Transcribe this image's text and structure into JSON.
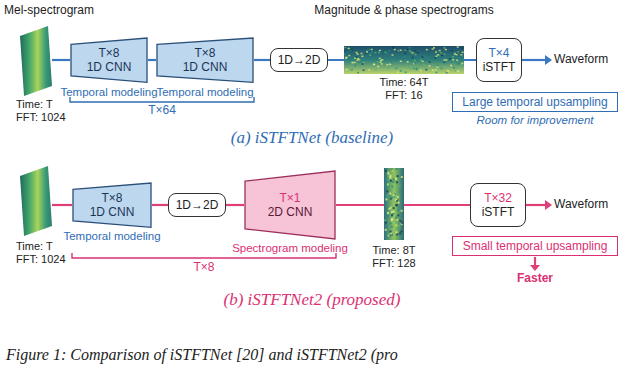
{
  "diagram": {
    "caption": "Figure 1: Comparison of iSTFTNet [20] and iSTFTNet2 (pro",
    "nodes": [
      {
        "text": [
          "T×8",
          "1D CNN"
        ]
      },
      {
        "text": [
          "T×8",
          "1D CNN"
        ]
      },
      {
        "text": [
          "1D→2D"
        ]
      },
      {
        "text": [
          "T×4",
          "iSTFT"
        ]
      },
      {
        "text": [
          "Large temporal upsampling"
        ]
      },
      {
        "text": [
          "T×8",
          "1D CNN"
        ]
      },
      {
        "text": [
          "1D→2D"
        ]
      },
      {
        "text": [
          "T×1",
          "2D CNN"
        ]
      },
      {
        "text": [
          "T×32",
          "iSTFT"
        ]
      },
      {
        "text": [
          "Small temporal upsampling"
        ]
      }
    ],
    "edges": [
      {
        "from": 0,
        "to": 1,
        "arrow": "none"
      },
      {
        "from": 1,
        "to": 2,
        "arrow": "none"
      },
      {
        "from": 2,
        "to": 3,
        "arrow": "none"
      },
      {
        "from": 5,
        "to": 6,
        "arrow": "none"
      },
      {
        "from": 6,
        "to": 7,
        "arrow": "none"
      },
      {
        "from": 7,
        "to": 8,
        "arrow": "none"
      }
    ],
    "labels": [
      "Mel-spectrogram",
      "Magnitude & phase spectrograms",
      "Time: T",
      "FFT: 1024",
      "Temporal modeling",
      "Temporal modeling",
      "T×64",
      "Time: 64T",
      "FFT: 16",
      "Waveform",
      "Room for improvement",
      "(a) iSTFTNet (baseline)",
      "Time: T",
      "FFT: 1024",
      "Temporal modeling",
      "Spectrogram modeling",
      "T×8",
      "Time: 8T",
      "FFT: 128",
      "Waveform",
      "Faster",
      "(b) iSTFTNet2 (proposed)"
    ]
  }
}
